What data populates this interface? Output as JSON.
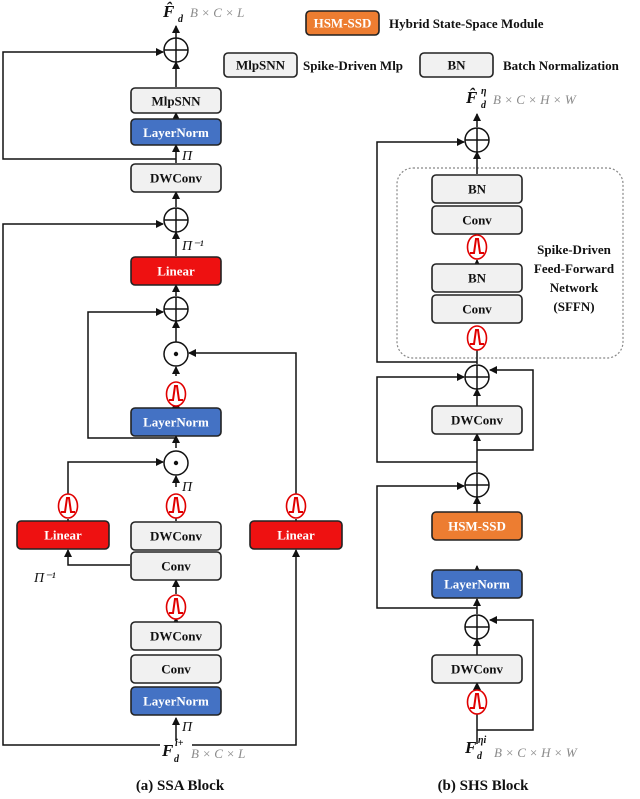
{
  "colors": {
    "gray_box": "#f1f1f1",
    "layernorm": "#4472c4",
    "linear": "#ee1111",
    "hsm": "#ed7d31",
    "spike": "#e00000"
  },
  "legend": {
    "hsm_box": "HSM-SSD",
    "hsm_text": "Hybrid State-Space Module",
    "mlp_box": "MlpSNN",
    "mlp_text": "Spike-Driven Mlp",
    "bn_box": "BN",
    "bn_text": "Batch Normalization"
  },
  "ssa": {
    "mlpsnn": "MlpSNN",
    "layernorm_top": "LayerNorm",
    "dwconv_top": "DWConv",
    "linear_top": "Linear",
    "layernorm_mid": "LayerNorm",
    "dwconv_mid": "DWConv",
    "conv_mid": "Conv",
    "linear_left": "Linear",
    "linear_right": "Linear",
    "dwconv_bot": "DWConv",
    "conv_bot": "Conv",
    "layernorm_bot": "LayerNorm",
    "pi": "Π",
    "pi_inv": "Π⁻¹",
    "output_var": "F̂",
    "output_sub": "d",
    "output_dims": "B × C × L",
    "input_var": "F",
    "input_sub": "d",
    "input_sup": "i+",
    "input_dims": "B × C × L",
    "caption": "(a) SSA Block"
  },
  "shs": {
    "bn_top": "BN",
    "conv_top": "Conv",
    "bn_mid": "BN",
    "conv_mid": "Conv",
    "sffn_lines": [
      "Spike-Driven",
      "Feed-Forward",
      "Network",
      "(SFFN)"
    ],
    "dwconv_top": "DWConv",
    "hsm": "HSM-SSD",
    "layernorm": "LayerNorm",
    "dwconv_bot": "DWConv",
    "output_var": "F̂",
    "output_sub": "d",
    "output_sup": "η",
    "output_dims": "B × C × H × W",
    "input_var": "F",
    "input_sub": "d",
    "input_sup": "ηi",
    "input_dims": "B × C × H × W",
    "caption": "(b) SHS Block"
  }
}
